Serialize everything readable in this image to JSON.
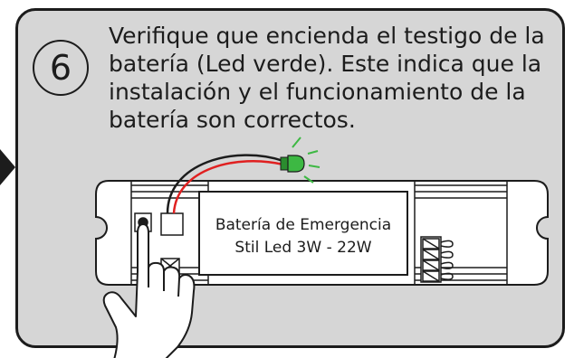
{
  "step": {
    "number": "6",
    "lines": [
      "Verifique que encienda el testigo de la",
      "batería (Led verde). Este indica que la",
      "instalación y el funcionamiento de la",
      "batería son correctos."
    ]
  },
  "device": {
    "label_line1": "Batería de Emergencia",
    "label_line2": "Stil Led 3W - 22W"
  },
  "colors": {
    "panel": "#d6d6d6",
    "outline": "#1c1c1c",
    "led": "#3db843",
    "wire_red": "#e02020",
    "wire_black": "#1c1c1c"
  },
  "icons": [
    "arrow-marker",
    "green-led-icon",
    "pointing-hand-icon",
    "push-button-icon",
    "terminal-block-icon"
  ]
}
